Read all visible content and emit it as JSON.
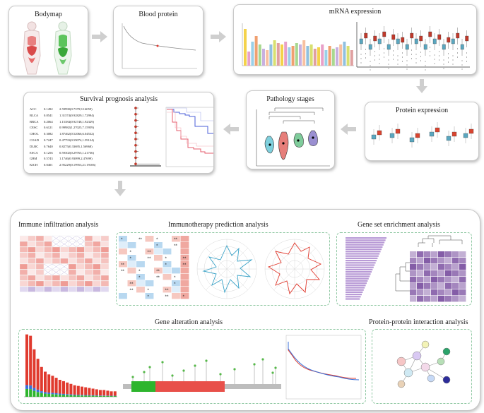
{
  "cards": {
    "bodymap": "Bodymap",
    "blood_protein": "Blood protein",
    "mrna": "mRNA expression",
    "protein_expression": "Protein expression",
    "pathology": "Pathology stages",
    "survival": "Survival prognosis analysis"
  },
  "survival_table": {
    "rows": [
      {
        "cancer": "ACC",
        "p": "0.1492",
        "hr": "2.59990(0.7379,9.16059)"
      },
      {
        "cancer": "BLCA",
        "p": "0.8541",
        "hr": "1.31374(0.92829,1.72994)"
      },
      {
        "cancer": "BRCA",
        "p": "0.2064",
        "hr": "1.15384(0.92748,1.92329)"
      },
      {
        "cancer": "CESC",
        "p": "0.6121",
        "hr": "0.99982(1.27025,7.15959)"
      },
      {
        "cancer": "CHOL",
        "p": "0.3082",
        "hr": "1.87462(0.52066,6.04532)"
      },
      {
        "cancer": "COAD",
        "p": "0.7247",
        "hr": "0.47793(0.59074,1.59124)"
      },
      {
        "cancer": "DLBC",
        "p": "0.7640",
        "hr": "0.8275(0.33695,1.56968)"
      },
      {
        "cancer": "ESCA",
        "p": "0.1256",
        "hr": "0.59302(0.29765,1.21736)"
      },
      {
        "cancer": "GBM",
        "p": "0.5743",
        "hr": "1.1746(0.93099,2.47699)"
      },
      {
        "cancer": "KICH",
        "p": "0.0401",
        "hr": "2.95229(0.19953,21.19106)"
      }
    ]
  },
  "sections": {
    "immune": "Immune infiltration analysis",
    "immunotherapy": "Immunotherapy prediction analysis",
    "gsea": "Gene set enrichment analysis",
    "alteration": "Gene alteration analysis",
    "ppi": "Protein-protein interaction analysis"
  },
  "colors": {
    "red": "#e03a2e",
    "green": "#2db52d",
    "blue": "#3a6fd8",
    "purple": "#7a4fa0",
    "teal": "#2e9fbf",
    "dashed_border": "#8fc8a2"
  },
  "chart_data": {
    "type": "bar",
    "mrna_bars": [
      52,
      20,
      34,
      42,
      30,
      24,
      22,
      30,
      36,
      32,
      30,
      34,
      26,
      28,
      32,
      30,
      36,
      28,
      30,
      24,
      26,
      30,
      22,
      28,
      24,
      26,
      30,
      34,
      28,
      22
    ],
    "alteration_bars": [
      92,
      90,
      70,
      56,
      44,
      37,
      33,
      31,
      28,
      25,
      23,
      21,
      19,
      17,
      16,
      15,
      14,
      13,
      12,
      11,
      10,
      10,
      9,
      8,
      8
    ]
  }
}
